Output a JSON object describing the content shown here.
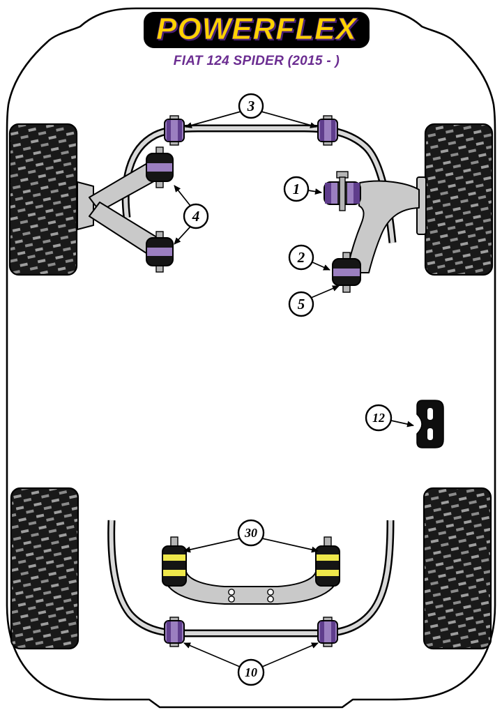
{
  "header": {
    "brand": "POWERFLEX",
    "model_line": "FIAT 124 SPIDER (2015 - )"
  },
  "colors": {
    "brand_plate": "#000000",
    "brand_text": "#ffd200",
    "brand_outline": "#4a2178",
    "model_text": "#6b2d91",
    "bushing_purple": "#9b7fc0",
    "bushing_purple_dark": "#5f3d8c",
    "bushing_black": "#151515",
    "bushing_yellow": "#efe84b",
    "metal_gray": "#c9c9c9",
    "tire_black": "#191919",
    "outline_black": "#000000"
  },
  "callouts": {
    "front_anti_roll_bar": "3",
    "front_wishbone": "4",
    "front_arm_front_bushing": "1",
    "front_arm_rear_bushing": "2",
    "front_arm_bracket": "5",
    "side_bracket": "12",
    "rear_mounts": "30",
    "rear_anti_roll_bar": "10"
  }
}
